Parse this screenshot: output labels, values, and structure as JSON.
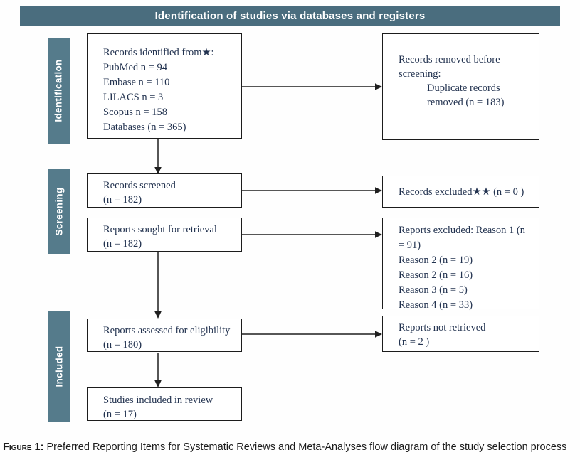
{
  "header": {
    "title": "Identification of studies via databases and registers"
  },
  "sidebar": {
    "identification": "Identification",
    "screening": "Screening",
    "included": "Included"
  },
  "boxes": {
    "records_identified": {
      "lines": [
        "Records identified from★:",
        "PubMed n = 94",
        "Embase n = 110",
        "LILACS n = 3",
        "Scopus n = 158",
        "Databases (n = 365)"
      ]
    },
    "records_removed": {
      "intro": "Records removed before screening:",
      "sub": "Duplicate records removed (n = 183)"
    },
    "records_screened": {
      "lines": [
        "Records screened",
        "(n = 182)"
      ]
    },
    "records_excluded": {
      "lines": [
        "Records excluded★★ (n = 0 )"
      ]
    },
    "reports_sought": {
      "lines": [
        "Reports sought for retrieval",
        "(n = 182)"
      ]
    },
    "reports_excluded": {
      "lines": [
        "Reports excluded: Reason 1 (n = 91)",
        "Reason 2 (n = 19)",
        "Reason 2 (n = 16)",
        "Reason 3 (n = 5)",
        "Reason 4 (n = 33)"
      ]
    },
    "reports_assessed": {
      "lines": [
        "Reports assessed for eligibility",
        "(n = 180)"
      ]
    },
    "reports_not_retrieved": {
      "lines": [
        "Reports not retrieved",
        "(n = 2 )"
      ]
    },
    "studies_included": {
      "lines": [
        "Studies included in review",
        "(n = 17)"
      ]
    }
  },
  "caption": {
    "label": "Figure 1:",
    "text": " Preferred Reporting Items for Systematic Reviews and Meta-Analyses flow diagram of the study selection process"
  },
  "colors": {
    "banner": "#4a6d7e",
    "stage_bar": "#557b8b",
    "box_border": "#1c1c1c",
    "box_text": "#233350"
  }
}
